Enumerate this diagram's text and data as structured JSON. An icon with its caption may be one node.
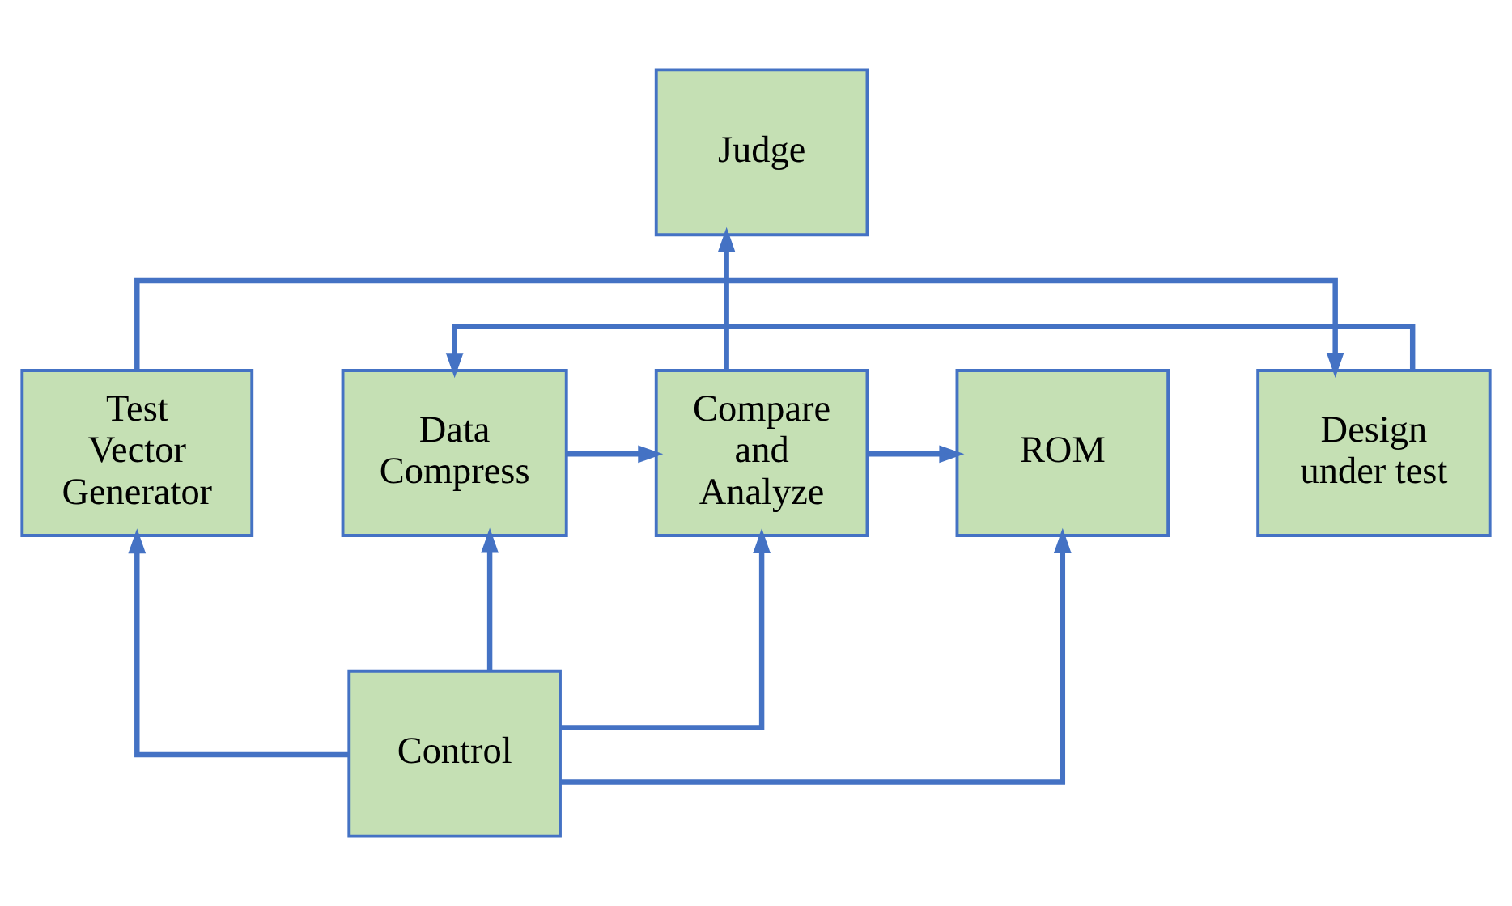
{
  "diagram": {
    "nodes": [
      {
        "text": [
          "Test Vector Generator"
        ]
      },
      {
        "text": [
          "Design under test"
        ]
      },
      {
        "text": [
          "Data Compress"
        ]
      },
      {
        "text": [
          "Compare and Analyze"
        ]
      },
      {
        "text": [
          "ROM"
        ]
      },
      {
        "text": [
          "Judge"
        ]
      },
      {
        "text": [
          "Control"
        ]
      }
    ],
    "edges": [
      {
        "from": 0,
        "to": 1,
        "arrow": "to"
      },
      {
        "from": 1,
        "to": 2,
        "arrow": "to"
      },
      {
        "from": 2,
        "to": 3,
        "arrow": "to"
      },
      {
        "from": 3,
        "to": 4,
        "arrow": "to"
      },
      {
        "from": 3,
        "to": 5,
        "arrow": "to"
      },
      {
        "from": 6,
        "to": 0,
        "arrow": "to"
      },
      {
        "from": 6,
        "to": 2,
        "arrow": "to"
      },
      {
        "from": 6,
        "to": 3,
        "arrow": "to"
      },
      {
        "from": 6,
        "to": 4,
        "arrow": "to"
      }
    ]
  }
}
